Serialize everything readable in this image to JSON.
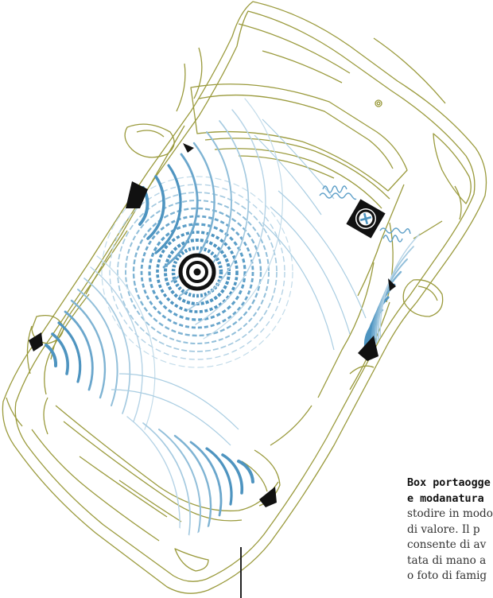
{
  "figure": {
    "colors": {
      "car_outline": "#9a9a3c",
      "wave_dark": "#4e94c0",
      "wave_mid": "#74aacd",
      "wave_light": "#a9cde2",
      "speaker": "#111111"
    },
    "icons": [
      "car-outline",
      "subwoofer-icon",
      "tweeter-icon",
      "speaker-driver-icon",
      "sound-wave-icon"
    ],
    "speakers": [
      {
        "name": "front-left-door",
        "kind": "driver"
      },
      {
        "name": "front-right-door",
        "kind": "driver"
      },
      {
        "name": "rear-left",
        "kind": "driver"
      },
      {
        "name": "rear-right",
        "kind": "driver"
      },
      {
        "name": "central-subwoofer",
        "kind": "subwoofer"
      },
      {
        "name": "dashboard-tweeter",
        "kind": "tweeter"
      }
    ]
  },
  "caption": {
    "title_line1": "Box portaogge",
    "title_line2": "e modanatura",
    "lines": [
      "stodire in modo",
      "di valore. Il p",
      "consente di av",
      "tata di mano a",
      "o foto di famig"
    ]
  }
}
